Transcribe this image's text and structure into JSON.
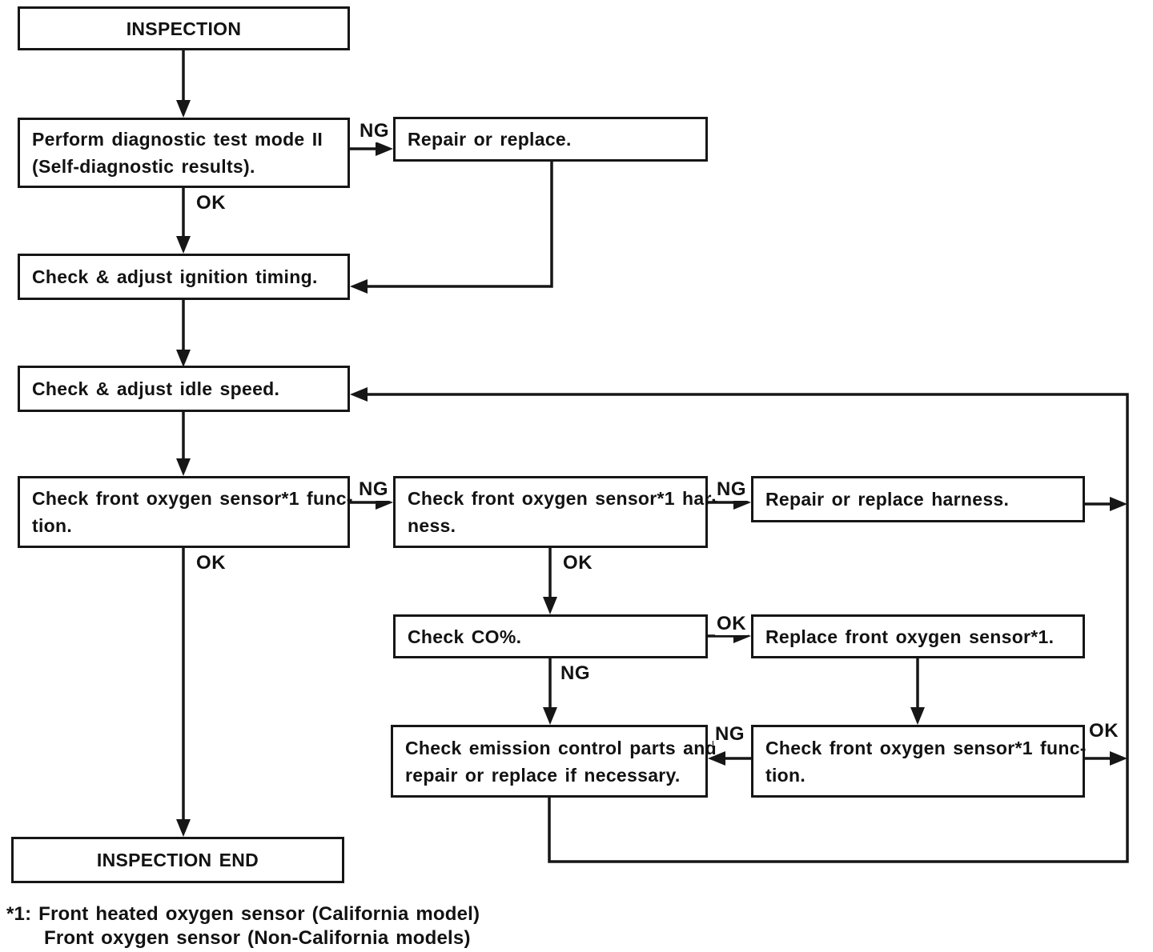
{
  "diagram": {
    "nodes": [
      {
        "id": "inspection",
        "lines": [
          "INSPECTION"
        ]
      },
      {
        "id": "perform-diagnostic",
        "lines": [
          "Perform diagnostic test mode II",
          "(Self-diagnostic results)."
        ]
      },
      {
        "id": "repair-or-replace",
        "lines": [
          "Repair or replace."
        ]
      },
      {
        "id": "ignition-timing",
        "lines": [
          "Check & adjust ignition timing."
        ]
      },
      {
        "id": "idle-speed",
        "lines": [
          "Check & adjust idle speed."
        ]
      },
      {
        "id": "front-o2-function",
        "lines": [
          "Check front oxygen sensor*1 func-",
          "tion."
        ]
      },
      {
        "id": "front-o2-harness",
        "lines": [
          "Check front oxygen sensor*1 har-",
          "ness."
        ]
      },
      {
        "id": "repair-harness",
        "lines": [
          "Repair or replace harness."
        ]
      },
      {
        "id": "check-co",
        "lines": [
          "Check CO%."
        ]
      },
      {
        "id": "replace-front-o2",
        "lines": [
          "Replace front oxygen sensor*1."
        ]
      },
      {
        "id": "emission-parts",
        "lines": [
          "Check emission control parts and",
          "repair or replace if necessary."
        ]
      },
      {
        "id": "front-o2-function-2",
        "lines": [
          "Check front oxygen sensor*1 func-",
          "tion."
        ]
      },
      {
        "id": "inspection-end",
        "lines": [
          "INSPECTION END"
        ]
      }
    ],
    "edge_labels": [
      {
        "id": "ng-diagnostic",
        "text": "NG"
      },
      {
        "id": "ok-diagnostic",
        "text": "OK"
      },
      {
        "id": "ng-o2-function",
        "text": "NG"
      },
      {
        "id": "ok-o2-function",
        "text": "OK"
      },
      {
        "id": "ng-o2-harness",
        "text": "NG"
      },
      {
        "id": "ok-o2-harness",
        "text": "OK"
      },
      {
        "id": "ok-check-co",
        "text": "OK"
      },
      {
        "id": "ng-check-co",
        "text": "NG"
      },
      {
        "id": "ng-o2-function-2",
        "text": "NG"
      },
      {
        "id": "ok-o2-function-2",
        "text": "OK"
      }
    ],
    "footnote_lines": [
      "*1: Front heated oxygen sensor (California model)",
      "Front oxygen sensor (Non-California models)"
    ],
    "colors": {
      "ink": "#161616",
      "background": "#ffffff"
    }
  }
}
